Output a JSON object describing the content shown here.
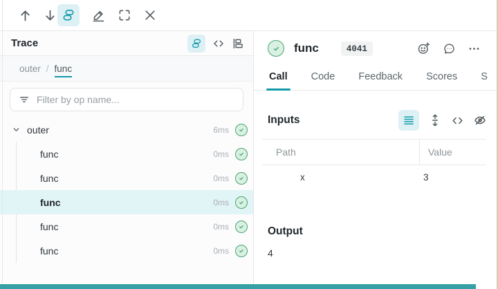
{
  "colors": {
    "accent_teal": "#109aaa",
    "accent_teal_bg": "#ddf1f5",
    "success_green": "#46a671",
    "success_green_bg": "#d9f0e2",
    "selected_row_bg": "#e1f4f6",
    "bottom_progress_bar": "#35a0a6"
  },
  "top_bar": {
    "icons_left": [
      "arrow-up-icon",
      "arrow-down-icon"
    ],
    "icons_right": [
      "stack-icon",
      "pencil-icon",
      "fullscreen-icon",
      "close-icon"
    ],
    "active_icon": "stack-icon"
  },
  "trace_panel": {
    "title": "Trace",
    "header_icons": [
      "stack-icon",
      "code-icon",
      "gantt-icon"
    ],
    "active_header_icon": "stack-icon",
    "breadcrumb": {
      "items": [
        "outer",
        "func"
      ],
      "separator": "/",
      "active_item": "func"
    },
    "filter": {
      "placeholder": "Filter by op name...",
      "icon": "filter-icon"
    },
    "tree_rows": [
      {
        "label": "outer",
        "duration": "6ms",
        "level": 0,
        "expanded": true,
        "selected": false,
        "status": "success"
      },
      {
        "label": "func",
        "duration": "0ms",
        "level": 1,
        "selected": false,
        "status": "success"
      },
      {
        "label": "func",
        "duration": "0ms",
        "level": 1,
        "selected": false,
        "status": "success"
      },
      {
        "label": "func",
        "duration": "0ms",
        "level": 1,
        "selected": true,
        "status": "success"
      },
      {
        "label": "func",
        "duration": "0ms",
        "level": 1,
        "selected": false,
        "status": "success"
      },
      {
        "label": "func",
        "duration": "0ms",
        "level": 1,
        "selected": false,
        "status": "success"
      }
    ]
  },
  "detail_panel": {
    "status": "success",
    "title": "func",
    "badge": "4041",
    "header_icons": [
      "add-reaction-icon",
      "comment-icon",
      "overflow-menu-icon"
    ],
    "tabs": [
      {
        "label": "Call",
        "active": true
      },
      {
        "label": "Code",
        "active": false
      },
      {
        "label": "Feedback",
        "active": false
      },
      {
        "label": "Scores",
        "active": false
      },
      {
        "label": "S",
        "active": false
      }
    ],
    "inputs": {
      "heading": "Inputs",
      "toolbar_icons": [
        "list-icon",
        "expand-vertical-icon",
        "code-icon",
        "eye-off-icon"
      ],
      "active_toolbar_icon": "list-icon",
      "table": {
        "columns": [
          "Path",
          "Value"
        ],
        "rows": [
          {
            "path": "x",
            "value": "3"
          }
        ]
      }
    },
    "output": {
      "heading": "Output",
      "value": "4"
    }
  }
}
